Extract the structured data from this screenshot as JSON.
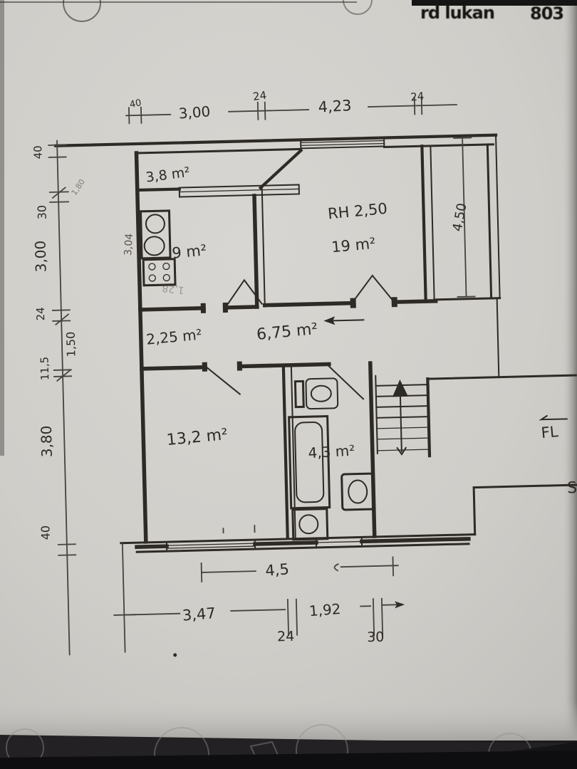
{
  "header": {
    "stamp": "rd lukan",
    "number": "803"
  },
  "dims": {
    "top": [
      "40",
      "3,00",
      "24",
      "4,23",
      "24"
    ],
    "left": [
      "40",
      "30",
      "3,00",
      "24",
      "1,50",
      "11,5",
      "3,80",
      "40"
    ],
    "left_faint": "1,80",
    "right_height": "4,50",
    "kitchen_width": "3,04",
    "faint_reversed": "1,28",
    "bottom_inner": "4,5",
    "bottom": [
      "3,47",
      "24",
      "1,92",
      "30"
    ]
  },
  "rooms": {
    "storage": "3,8 m²",
    "kitchen": "9 m²",
    "living_height": "RH 2,50",
    "living": "19 m²",
    "closet": "2,25 m²",
    "hall": "6,75 m²",
    "bedroom": "13,2 m²",
    "bath": "4,3 m²"
  },
  "labels": {
    "corridor": "FL",
    "stair_side": "S"
  },
  "colors": {
    "ink": "#2e2a26",
    "paper": "#d2d0cc",
    "surround": "#1c1c1e"
  }
}
